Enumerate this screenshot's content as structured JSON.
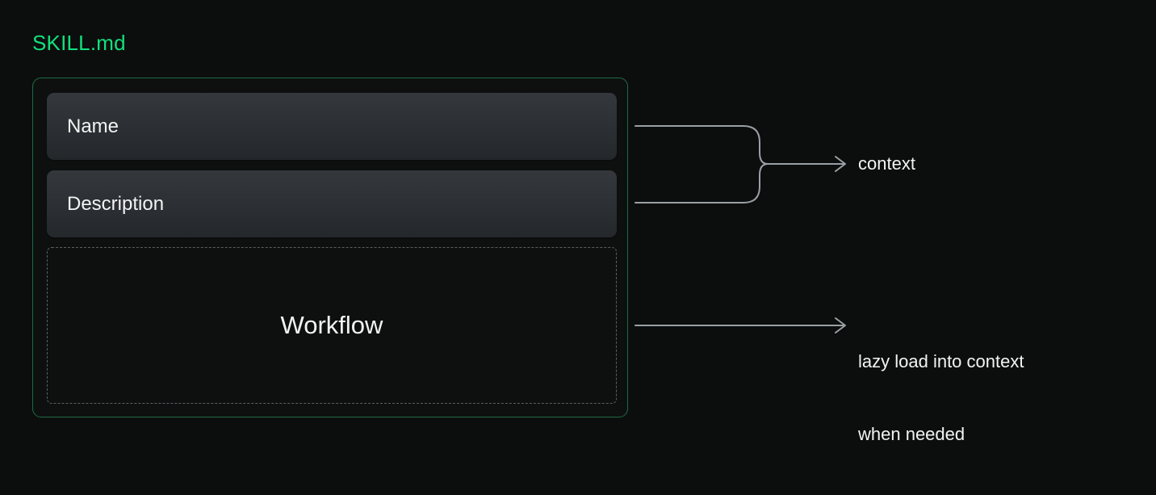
{
  "theme": {
    "background": "#0c0e0e",
    "accent_green": "#12e07c",
    "card_border_green": "#1e6b45",
    "field_fill_top": "#34383c",
    "field_fill_bottom": "#24282b",
    "dashed_border": "#5a5f63",
    "connector_line": "#9aa0a4",
    "text_primary": "#f2f3f3"
  },
  "page_title": "SKILL.md",
  "skill_card": {
    "fields": [
      {
        "label": "Name",
        "icon": "text-field-icon"
      },
      {
        "label": "Description",
        "icon": "text-field-icon"
      }
    ],
    "workflow": {
      "label": "Workflow",
      "style": "dashed"
    }
  },
  "annotations": [
    {
      "id": "context",
      "text": "context",
      "source": "name-and-description",
      "connector": "merge-arrow"
    },
    {
      "id": "lazy-load",
      "line1": "lazy load into context",
      "line2": "when needed",
      "source": "workflow",
      "connector": "straight-arrow"
    }
  ]
}
